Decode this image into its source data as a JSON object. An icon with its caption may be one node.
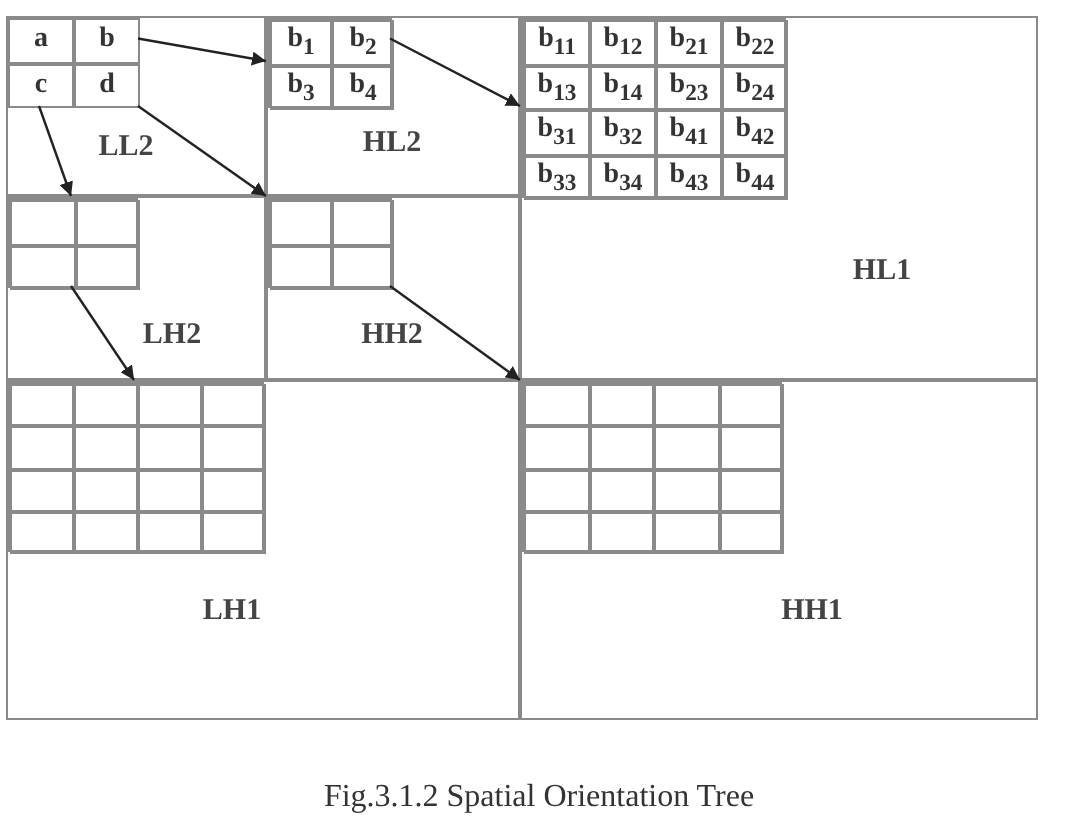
{
  "diagram": {
    "caption": "Fig.3.1.2 Spatial Orientation Tree",
    "nodes": [
      {
        "text": [
          "LL2"
        ]
      },
      {
        "text": [
          "a"
        ],
        "in": 0
      },
      {
        "text": [
          "b"
        ],
        "in": 0
      },
      {
        "text": [
          "c"
        ],
        "in": 0
      },
      {
        "text": [
          "d"
        ],
        "in": 0
      },
      {
        "text": [
          "HL2"
        ]
      },
      {
        "text": [],
        "shape": "box",
        "in": 5
      },
      {
        "text": [
          "b$_{1}$"
        ],
        "in": 6
      },
      {
        "text": [
          "b$_{2}$"
        ],
        "in": 6
      },
      {
        "text": [
          "b$_{3}$"
        ],
        "in": 6
      },
      {
        "text": [
          "b$_{4}$"
        ],
        "in": 6
      },
      {
        "text": [
          "HL1"
        ]
      },
      {
        "text": [],
        "shape": "box",
        "in": 11
      },
      {
        "text": [
          "b$_{11}$"
        ],
        "in": 12
      },
      {
        "text": [
          "b$_{12}$"
        ],
        "in": 12
      },
      {
        "text": [
          "b$_{21}$"
        ],
        "in": 12
      },
      {
        "text": [
          "b$_{22}$"
        ],
        "in": 12
      },
      {
        "text": [
          "b$_{13}$"
        ],
        "in": 12
      },
      {
        "text": [
          "b$_{14}$"
        ],
        "in": 12
      },
      {
        "text": [
          "b$_{23}$"
        ],
        "in": 12
      },
      {
        "text": [
          "b$_{24}$"
        ],
        "in": 12
      },
      {
        "text": [
          "b$_{31}$"
        ],
        "in": 12
      },
      {
        "text": [
          "b$_{32}$"
        ],
        "in": 12
      },
      {
        "text": [
          "b$_{41}$"
        ],
        "in": 12
      },
      {
        "text": [
          "b$_{42}$"
        ],
        "in": 12
      },
      {
        "text": [
          "b$_{33}$"
        ],
        "in": 12
      },
      {
        "text": [
          "b$_{34}$"
        ],
        "in": 12
      },
      {
        "text": [
          "b$_{43}$"
        ],
        "in": 12
      },
      {
        "text": [
          "b$_{44}$"
        ],
        "in": 12
      },
      {
        "text": [
          "LH2"
        ]
      },
      {
        "text": [],
        "shape": "box",
        "in": 29
      },
      {
        "text": [],
        "shape": "box",
        "in": 30
      },
      {
        "text": [],
        "shape": "box",
        "in": 30
      },
      {
        "text": [],
        "shape": "box",
        "in": 30
      },
      {
        "text": [],
        "shape": "box",
        "in": 30
      },
      {
        "text": [
          "HH2"
        ]
      },
      {
        "text": [],
        "shape": "box",
        "in": 35
      },
      {
        "text": [],
        "shape": "box",
        "in": 36
      },
      {
        "text": [],
        "shape": "box",
        "in": 36
      },
      {
        "text": [],
        "shape": "box",
        "in": 36
      },
      {
        "text": [],
        "shape": "box",
        "in": 36
      },
      {
        "text": [
          "LH1"
        ]
      },
      {
        "text": [],
        "shape": "box",
        "in": 41
      },
      {
        "text": [],
        "shape": "box",
        "in": 42
      },
      {
        "text": [],
        "shape": "box",
        "in": 42
      },
      {
        "text": [],
        "shape": "box",
        "in": 42
      },
      {
        "text": [],
        "shape": "box",
        "in": 42
      },
      {
        "text": [],
        "shape": "box",
        "in": 42
      },
      {
        "text": [],
        "shape": "box",
        "in": 42
      },
      {
        "text": [],
        "shape": "box",
        "in": 42
      },
      {
        "text": [],
        "shape": "box",
        "in": 42
      },
      {
        "text": [],
        "shape": "box",
        "in": 42
      },
      {
        "text": [],
        "shape": "box",
        "in": 42
      },
      {
        "text": [],
        "shape": "box",
        "in": 42
      },
      {
        "text": [],
        "shape": "box",
        "in": 42
      },
      {
        "text": [],
        "shape": "box",
        "in": 42
      },
      {
        "text": [],
        "shape": "box",
        "in": 42
      },
      {
        "text": [],
        "shape": "box",
        "in": 42
      },
      {
        "text": [],
        "shape": "box",
        "in": 42
      },
      {
        "text": [
          "HH1"
        ]
      },
      {
        "text": [],
        "shape": "box",
        "in": 59
      },
      {
        "text": [],
        "shape": "box",
        "in": 60
      },
      {
        "text": [],
        "shape": "box",
        "in": 60
      },
      {
        "text": [],
        "shape": "box",
        "in": 60
      },
      {
        "text": [],
        "shape": "box",
        "in": 60
      },
      {
        "text": [],
        "shape": "box",
        "in": 60
      },
      {
        "text": [],
        "shape": "box",
        "in": 60
      },
      {
        "text": [],
        "shape": "box",
        "in": 60
      },
      {
        "text": [],
        "shape": "box",
        "in": 60
      },
      {
        "text": [],
        "shape": "box",
        "in": 60
      },
      {
        "text": [],
        "shape": "box",
        "in": 60
      },
      {
        "text": [],
        "shape": "box",
        "in": 60
      },
      {
        "text": [],
        "shape": "box",
        "in": 60
      },
      {
        "text": [],
        "shape": "box",
        "in": 60
      },
      {
        "text": [],
        "shape": "box",
        "in": 60
      },
      {
        "text": [],
        "shape": "box",
        "in": 60
      },
      {
        "text": [],
        "shape": "box",
        "in": 60
      }
    ],
    "edges": [
      {
        "from": 2,
        "to": 6,
        "arrow": "to"
      },
      {
        "from": 3,
        "to": 30,
        "arrow": "to"
      },
      {
        "from": 4,
        "to": 36,
        "arrow": "to"
      },
      {
        "from": 8,
        "to": 12,
        "arrow": "to"
      },
      {
        "from": 30,
        "to": 42,
        "arrow": "to"
      },
      {
        "from": 36,
        "to": 60,
        "arrow": "to"
      }
    ]
  }
}
